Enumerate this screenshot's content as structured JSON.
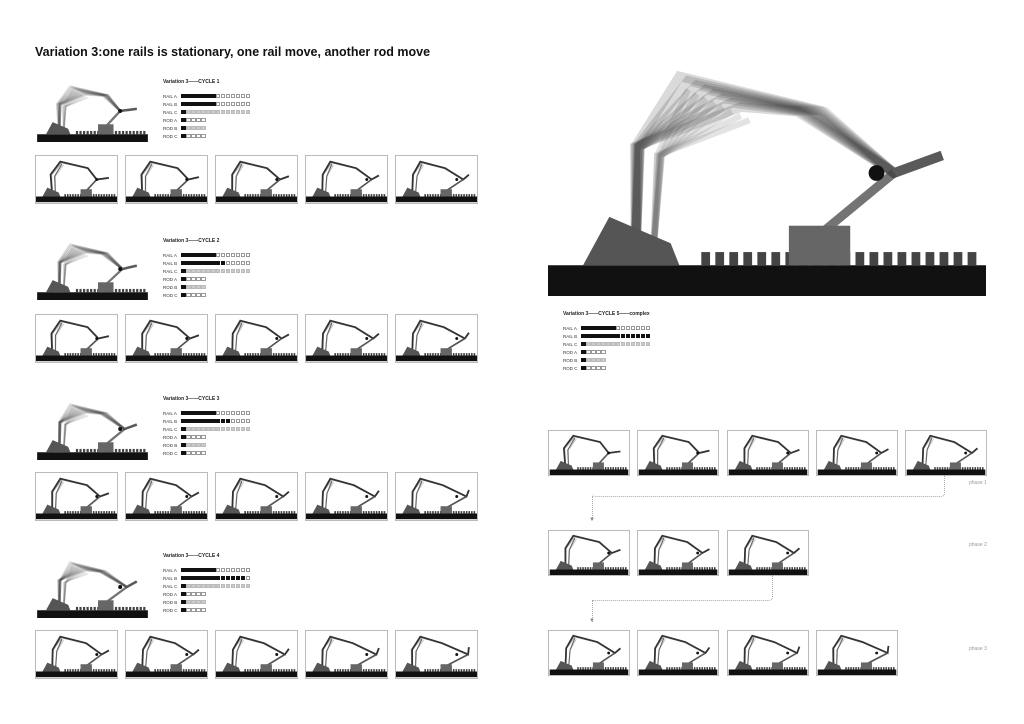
{
  "title": "Variation 3:one rails is stationary, one rail move, another rod move",
  "legend_labels": [
    "RAIL A",
    "RAIL B",
    "RAIL C",
    "ROD A",
    "ROD B",
    "ROD C"
  ],
  "cycles": [
    {
      "label": "Variation 3——CYCLE 1",
      "filled": [
        7,
        7,
        1,
        1,
        1,
        1
      ],
      "totals": [
        14,
        14,
        14,
        5,
        5,
        5
      ],
      "stationary": [
        false,
        false,
        true,
        false,
        true,
        false
      ],
      "frames": 5
    },
    {
      "label": "Variation 3——CYCLE 2",
      "filled": [
        7,
        9,
        1,
        1,
        1,
        1
      ],
      "totals": [
        14,
        14,
        14,
        5,
        5,
        5
      ],
      "stationary": [
        false,
        false,
        true,
        false,
        true,
        false
      ],
      "frames": 5
    },
    {
      "label": "Variation 3——CYCLE 3",
      "filled": [
        7,
        10,
        1,
        1,
        1,
        1
      ],
      "totals": [
        14,
        14,
        14,
        5,
        5,
        5
      ],
      "stationary": [
        false,
        false,
        true,
        false,
        true,
        false
      ],
      "frames": 5
    },
    {
      "label": "Variation 3——CYCLE 4",
      "filled": [
        7,
        13,
        1,
        1,
        1,
        1
      ],
      "totals": [
        14,
        14,
        14,
        5,
        5,
        5
      ],
      "stationary": [
        false,
        false,
        true,
        false,
        true,
        false
      ],
      "frames": 5
    }
  ],
  "cycle5": {
    "label": "Variation 3——CYCLE 5——complex",
    "filled": [
      7,
      14,
      1,
      1,
      1,
      1
    ],
    "totals": [
      14,
      14,
      14,
      5,
      5,
      5
    ],
    "stationary": [
      false,
      false,
      true,
      false,
      true,
      false
    ]
  },
  "phases": [
    {
      "label": "phase 1",
      "frames": 5
    },
    {
      "label": "phase 2",
      "frames": 3
    },
    {
      "label": "phase 3",
      "frames": 4
    }
  ]
}
